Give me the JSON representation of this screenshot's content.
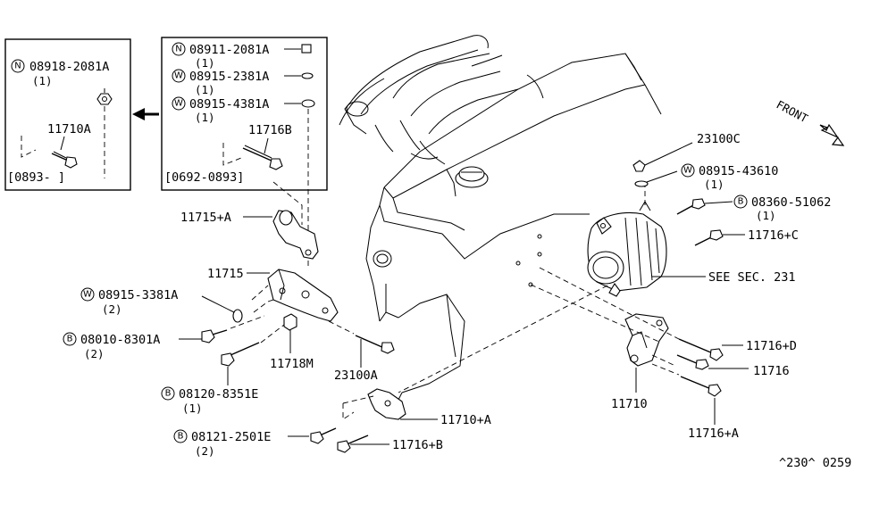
{
  "inset_left": {
    "part_prefix": "N",
    "part_number": "08918-2081A",
    "part_qty": "(1)",
    "bolt_number": "11710A",
    "date_range": "[0893-     ]"
  },
  "inset_right": {
    "item1_prefix": "N",
    "item1_number": "08911-2081A",
    "item1_qty": "(1)",
    "item2_prefix": "W",
    "item2_number": "08915-2381A",
    "item2_qty": "(1)",
    "item3_prefix": "W",
    "item3_number": "08915-4381A",
    "item3_qty": "(1)",
    "bolt_number": "11716B",
    "date_range": "[0692-0893]"
  },
  "labels": {
    "front": "FRONT",
    "p23100C": "23100C",
    "w08915_43610_prefix": "W",
    "w08915_43610": "08915-43610",
    "w08915_43610_qty": "(1)",
    "b08360_prefix": "B",
    "b08360": "08360-51062",
    "b08360_qty": "(1)",
    "p11716C": "11716+C",
    "see_sec": "SEE SEC. 231",
    "p11715A": "11715+A",
    "p11715": "11715",
    "w08915_3381_prefix": "W",
    "w08915_3381": "08915-3381A",
    "w08915_3381_qty": "(2)",
    "b08010_prefix": "B",
    "b08010": "08010-8301A",
    "b08010_qty": "(2)",
    "p11718M": "11718M",
    "p23100A": "23100A",
    "b08120_prefix": "B",
    "b08120": "08120-8351E",
    "b08120_qty": "(1)",
    "b08121_prefix": "B",
    "b08121": "08121-2501E",
    "b08121_qty": "(2)",
    "p11710A": "11710+A",
    "p11716B": "11716+B",
    "p11716D": "11716+D",
    "p11716": "11716",
    "p11710": "11710",
    "p11716A": "11716+A",
    "figure_code": "^230^ 0259"
  }
}
